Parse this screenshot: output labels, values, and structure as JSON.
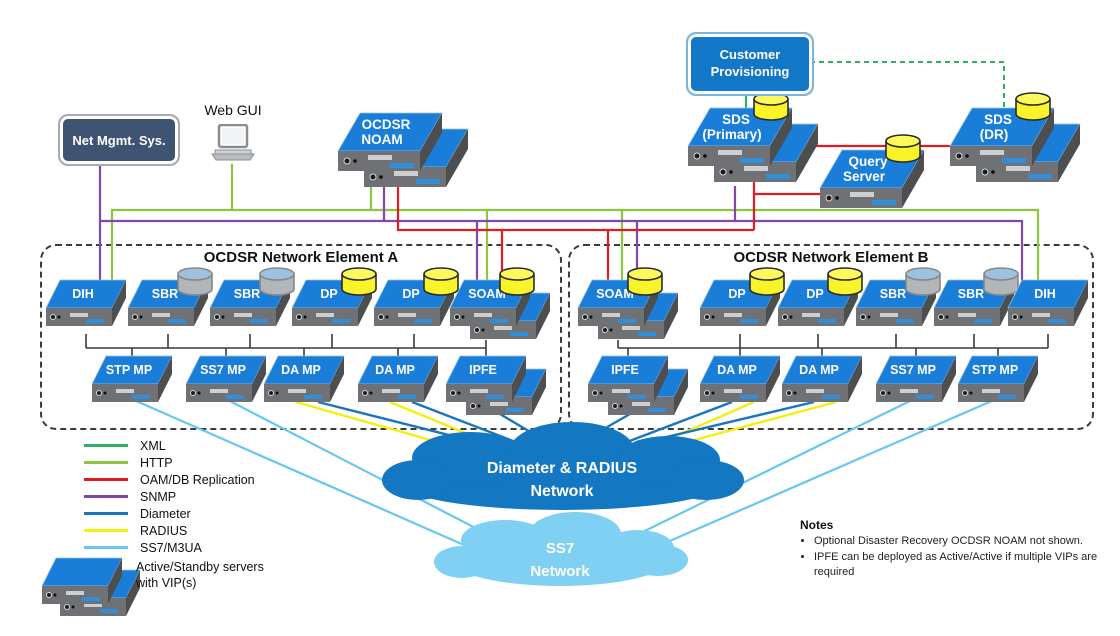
{
  "colors": {
    "xml": "#2fae68",
    "http": "#8cc540",
    "oam_db_replication": "#e11b22",
    "snmp": "#8247ad",
    "diameter": "#1b75bc",
    "radius": "#f3ef0f",
    "ss7_m3ua": "#67c7f0",
    "cloud_dark": "#1377c2",
    "cloud_light": "#7fd0f2",
    "server_blue": "#1a7dd7",
    "server_front": "#6f7174",
    "server_side": "#4c4e50",
    "connector_black": "#3a3a3a",
    "mgmt_box_fill": "#3f5472",
    "provisioning_box_fill": "#1377c8"
  },
  "top_nodes": {
    "net_mgmt": {
      "label": "Net Mgmt. Sys."
    },
    "web_gui": {
      "label": "Web GUI"
    },
    "noam": {
      "label_line1": "OCDSR",
      "label_line2": "NOAM"
    },
    "customer_provisioning": {
      "label_line1": "Customer",
      "label_line2": "Provisioning"
    },
    "sds_primary": {
      "label_line1": "SDS",
      "label_line2": "(Primary)"
    },
    "query_server": {
      "label_line1": "Query",
      "label_line2": "Server"
    },
    "sds_dr": {
      "label_line1": "SDS",
      "label_line2": "(DR)"
    }
  },
  "elements": [
    {
      "id": "A",
      "title": "OCDSR Network Element A",
      "top_row": [
        {
          "label": "DIH"
        },
        {
          "label": "SBR",
          "cylinder": "gray"
        },
        {
          "label": "SBR",
          "cylinder": "gray"
        },
        {
          "label": "DP",
          "cylinder": "yellow"
        },
        {
          "label": "DP",
          "cylinder": "yellow"
        },
        {
          "label": "SOAM",
          "cylinder": "yellow",
          "stacked": true
        }
      ],
      "bottom_row": [
        {
          "label": "STP MP"
        },
        {
          "label": "SS7 MP"
        },
        {
          "label": "DA MP"
        },
        {
          "label": "DA MP"
        },
        {
          "label": "IPFE",
          "stacked": true
        }
      ]
    },
    {
      "id": "B",
      "title": "OCDSR Network Element B",
      "top_row": [
        {
          "label": "SOAM",
          "cylinder": "yellow",
          "stacked": true
        },
        {
          "label": "DP",
          "cylinder": "yellow"
        },
        {
          "label": "DP",
          "cylinder": "yellow"
        },
        {
          "label": "SBR",
          "cylinder": "gray"
        },
        {
          "label": "SBR",
          "cylinder": "gray"
        },
        {
          "label": "DIH"
        }
      ],
      "bottom_row": [
        {
          "label": "IPFE",
          "stacked": true
        },
        {
          "label": "DA MP"
        },
        {
          "label": "DA MP"
        },
        {
          "label": "SS7 MP"
        },
        {
          "label": "STP MP"
        }
      ]
    }
  ],
  "clouds": [
    {
      "id": "diameter-radius-network",
      "label_line1": "Diameter & RADIUS",
      "label_line2": "Network"
    },
    {
      "id": "ss7-network",
      "label_line1": "SS7",
      "label_line2": "Network"
    }
  ],
  "legend": {
    "items": [
      {
        "label": "XML",
        "color": "#2fae68"
      },
      {
        "label": "HTTP",
        "color": "#8cc540"
      },
      {
        "label": "OAM/DB Replication",
        "color": "#e11b22"
      },
      {
        "label": "SNMP",
        "color": "#8247ad"
      },
      {
        "label": "Diameter",
        "color": "#1b75bc"
      },
      {
        "label": "RADIUS",
        "color": "#f3ef0f"
      },
      {
        "label": "SS7/M3UA",
        "color": "#67c7f0"
      }
    ],
    "server_note_line1": "Active/Standby servers",
    "server_note_line2": "with VIP(s)"
  },
  "notes": {
    "title": "Notes",
    "bullets": [
      "Optional Disaster Recovery OCDSR NOAM not shown.",
      "IPFE can be deployed as Active/Active if multiple VIPs are required"
    ]
  }
}
